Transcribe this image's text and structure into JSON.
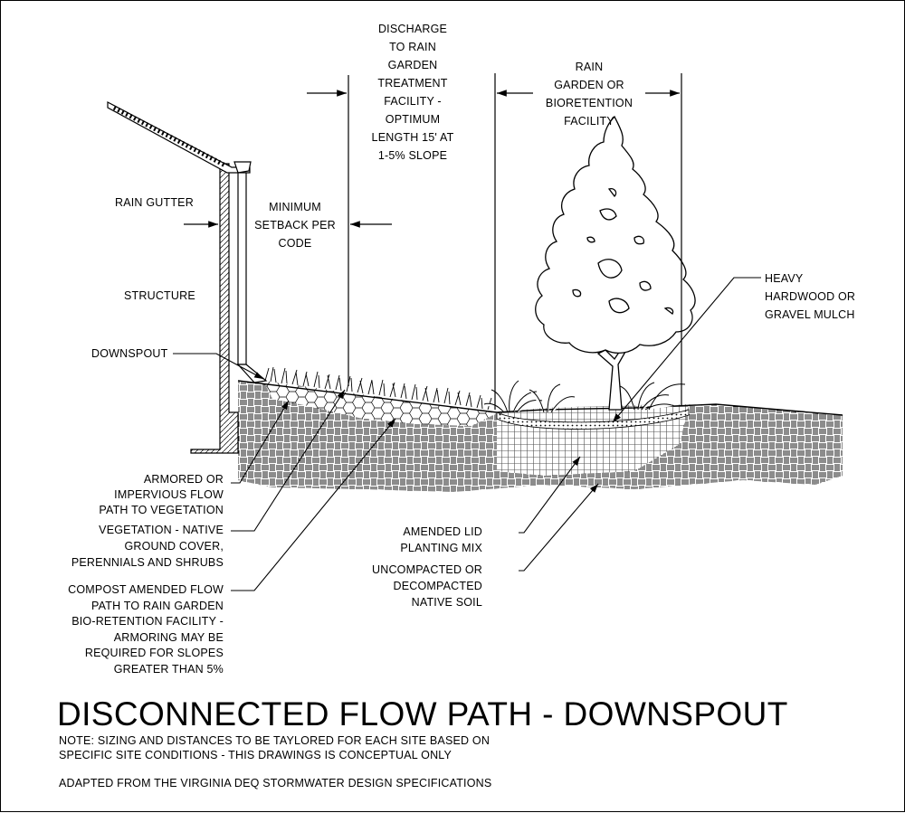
{
  "labels": {
    "discharge": [
      "DISCHARGE",
      "TO RAIN",
      "GARDEN",
      "TREATMENT",
      "FACILITY -",
      "OPTIMUM",
      "LENGTH 15' AT",
      "1-5% SLOPE"
    ],
    "rain_garden": [
      "RAIN",
      "GARDEN OR",
      "BIORETENTION",
      "FACILITY"
    ],
    "rain_gutter": "RAIN GUTTER",
    "minimum_setback": [
      "MINIMUM",
      "SETBACK PER",
      "CODE"
    ],
    "structure": "STRUCTURE",
    "downspout": "DOWNSPOUT",
    "mulch": [
      "HEAVY",
      "HARDWOOD OR",
      "GRAVEL MULCH"
    ],
    "armored": [
      "ARMORED OR",
      "IMPERVIOUS FLOW",
      "PATH TO VEGETATION"
    ],
    "vegetation": [
      "VEGETATION - NATIVE",
      "GROUND COVER,",
      "PERENNIALS AND SHRUBS"
    ],
    "compost": [
      "COMPOST AMENDED FLOW",
      "PATH TO RAIN GARDEN",
      "BIO-RETENTION FACILITY -",
      "ARMORING MAY BE",
      "REQUIRED FOR SLOPES",
      "GREATER THAN 5%"
    ],
    "planting_mix": [
      "AMENDED LID",
      "PLANTING MIX"
    ],
    "native_soil": [
      "UNCOMPACTED OR",
      "DECOMPACTED",
      "NATIVE SOIL"
    ]
  },
  "title": "DISCONNECTED FLOW PATH - DOWNSPOUT",
  "note_lines": [
    "NOTE: SIZING AND DISTANCES TO BE TAYLORED FOR EACH SITE BASED ON",
    "SPECIFIC SITE CONDITIONS - THIS DRAWINGS IS CONCEPTUAL ONLY"
  ],
  "credit": "ADAPTED FROM THE VIRGINIA DEQ STORMWATER DESIGN SPECIFICATIONS",
  "colors": {
    "ink": "#000000",
    "paper": "#ffffff"
  }
}
